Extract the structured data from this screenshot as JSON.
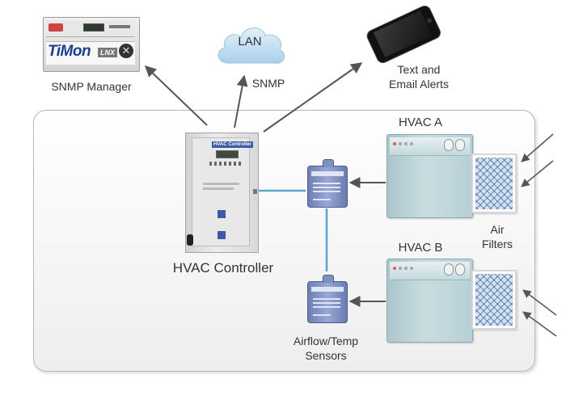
{
  "devices": {
    "snmp_manager": {
      "label": "SNMP Manager",
      "brand": "TiMon",
      "badge": "LNX"
    },
    "lan": {
      "cloud_label": "LAN",
      "caption": "SNMP"
    },
    "phone": {
      "label_line1": "Text and",
      "label_line2": "Email Alerts"
    },
    "controller": {
      "label": "HVAC Controller",
      "plate": "HVAC Controller"
    }
  },
  "units": {
    "hvac_a": {
      "label": "HVAC A"
    },
    "hvac_b": {
      "label": "HVAC B"
    }
  },
  "filters": {
    "label_line1": "Air",
    "label_line2": "Filters"
  },
  "sensors": {
    "label_line1": "Airflow/Temp",
    "label_line2": "Sensors"
  },
  "colors": {
    "panel_border": "#b9b9b9",
    "wire": "#5aa6c8",
    "arrow": "#555555",
    "cabinet": "#dcdcdc",
    "hvac_unit": "#c0d7db",
    "sensor_body": "#7d8ec4",
    "filter_mesh": "#3a4f8f",
    "cloud": "#cbe3f3"
  }
}
